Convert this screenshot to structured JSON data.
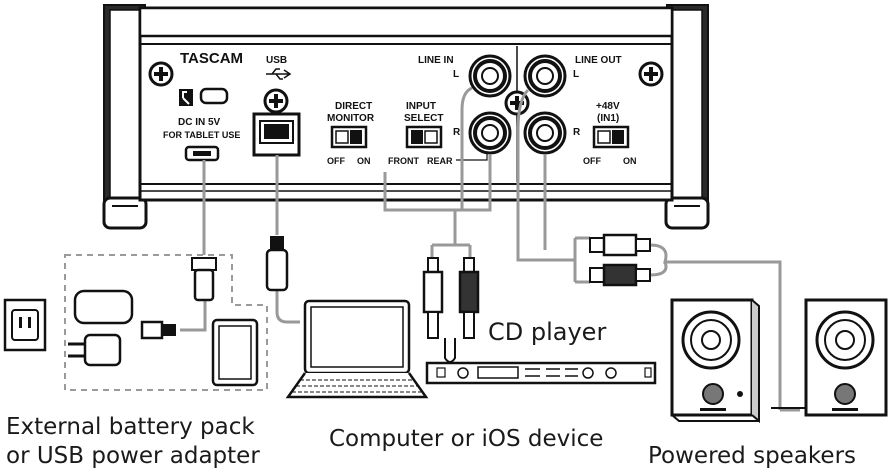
{
  "device": {
    "brand": "TASCAM",
    "usb_label": "USB",
    "line_in_label": "LINE IN",
    "line_out_label": "LINE OUT",
    "left_short": "L",
    "right_short": "R",
    "dc_in_label": "DC IN 5V",
    "dc_in_sub": "FOR TABLET USE",
    "direct_monitor_line1": "DIRECT",
    "direct_monitor_line2": "MONITOR",
    "direct_off": "OFF",
    "direct_on": "ON",
    "input_select_line1": "INPUT",
    "input_select_line2": "SELECT",
    "input_front": "FRONT",
    "input_rear": "REAR",
    "phantom_line1": "+48V",
    "phantom_line2": "(IN1)",
    "phantom_off": "OFF",
    "phantom_on": "ON"
  },
  "captions": {
    "power_line1": "External battery pack",
    "power_line2": "or USB power adapter",
    "computer": "Computer or iOS device",
    "cd_player": "CD player",
    "speakers": "Powered speakers"
  },
  "colors": {
    "outline": "#111111",
    "cable": "#999999",
    "dashed": "#9a9a9a"
  }
}
